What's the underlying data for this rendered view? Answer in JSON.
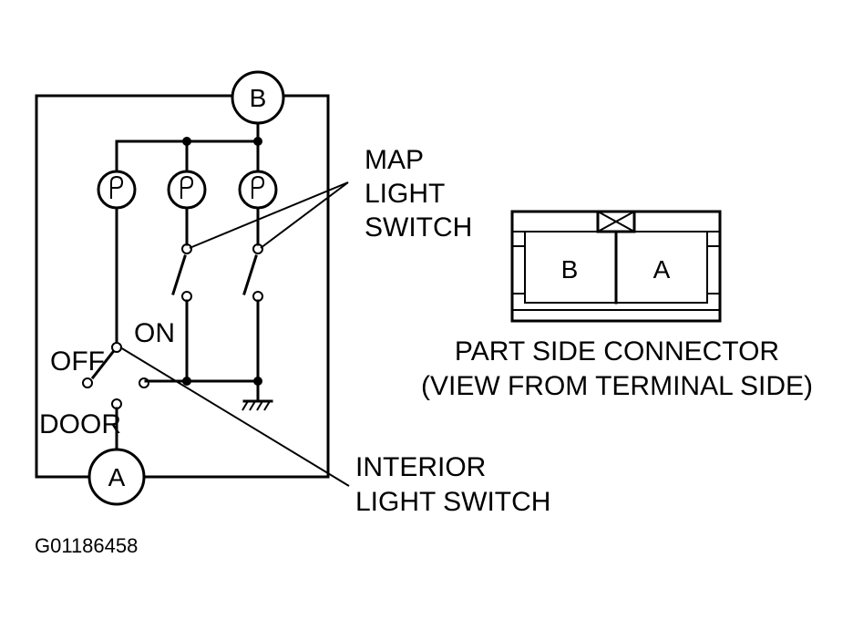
{
  "terminals": {
    "a": "A",
    "b": "B"
  },
  "switch_positions": {
    "off": "OFF",
    "on": "ON",
    "door": "DOOR"
  },
  "callouts": {
    "map_light_switch": [
      "MAP",
      "LIGHT",
      "SWITCH"
    ],
    "interior_light_switch": [
      "INTERIOR",
      "LIGHT SWITCH"
    ]
  },
  "connector": {
    "terminal_b": "B",
    "terminal_a": "A",
    "caption_line1": "PART SIDE CONNECTOR",
    "caption_line2": "(VIEW FROM TERMINAL SIDE)"
  },
  "figure_id": "G01186458"
}
